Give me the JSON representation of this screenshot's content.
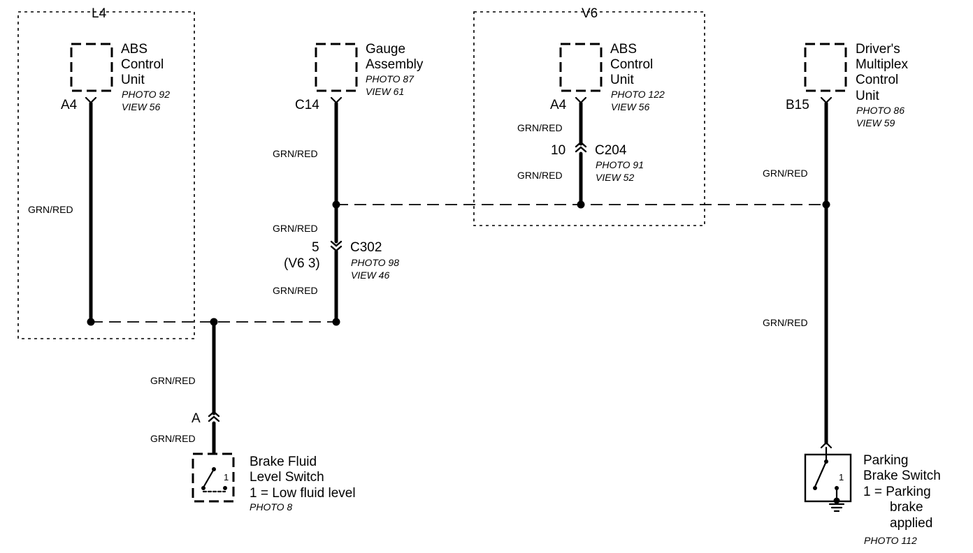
{
  "zones": {
    "l4": "L4",
    "v6": "V6"
  },
  "abs_l4": {
    "name": [
      "ABS",
      "Control",
      "Unit"
    ],
    "photo": "PHOTO 92",
    "view": "VIEW 56",
    "pin": "A4"
  },
  "gauge": {
    "name": [
      "Gauge",
      "Assembly"
    ],
    "photo": "PHOTO 87",
    "view": "VIEW 61",
    "pin": "C14"
  },
  "abs_v6": {
    "name": [
      "ABS",
      "Control",
      "Unit"
    ],
    "photo": "PHOTO 122",
    "view": "VIEW 56",
    "pin": "A4"
  },
  "dmcu": {
    "name": [
      "Driver's",
      "Multiplex",
      "Control",
      "Unit"
    ],
    "photo": "PHOTO 86",
    "view": "VIEW 59",
    "pin": "B15"
  },
  "c204": {
    "pin": "10",
    "name": "C204",
    "photo": "PHOTO 91",
    "view": "VIEW 52"
  },
  "c302": {
    "pin": "5",
    "alt": "(V6 3)",
    "name": "C302",
    "photo": "PHOTO 98",
    "view": "VIEW 46"
  },
  "conn_a": {
    "pin": "A"
  },
  "brake_fluid": {
    "name": [
      "Brake Fluid",
      "Level Switch",
      "1 = Low fluid level"
    ],
    "photo": "PHOTO 8",
    "state": "1"
  },
  "parking": {
    "name": [
      "Parking",
      "Brake Switch",
      "1 = Parking",
      "brake",
      "applied"
    ],
    "photo": "PHOTO 112",
    "state": "1"
  },
  "wire_color": "GRN/RED"
}
